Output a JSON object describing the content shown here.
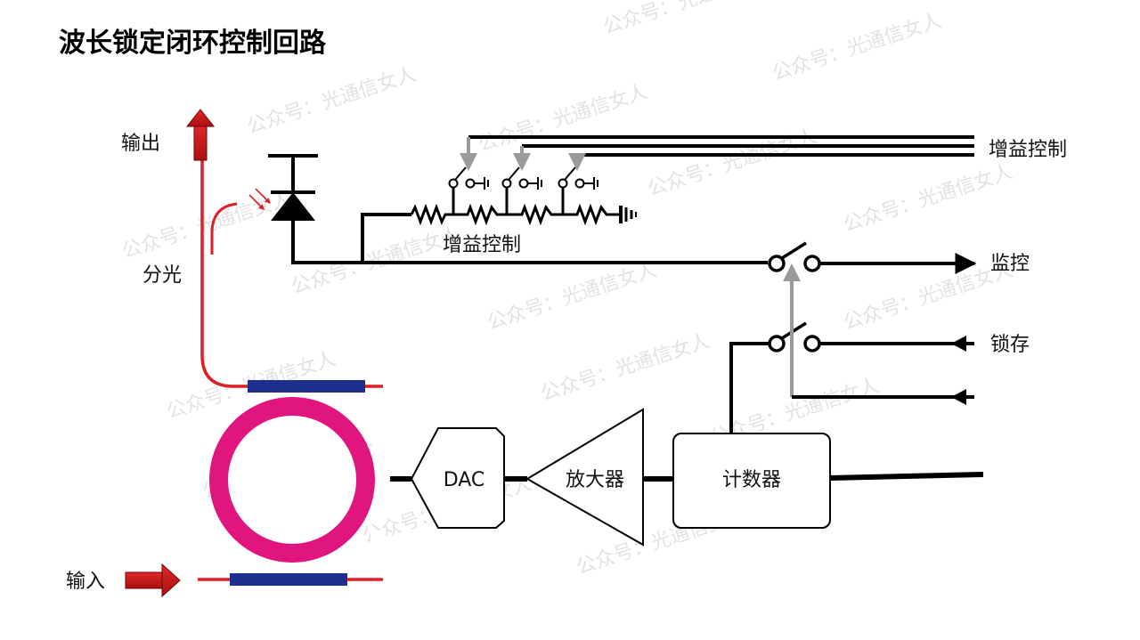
{
  "title": "波长锁定闭环控制回路",
  "labels": {
    "output": "输出",
    "split": "分光",
    "input": "输入",
    "gain_control_right": "增益控制",
    "gain_control_ladder": "增益控制",
    "monitor": "监控",
    "latch": "锁存",
    "dac": "DAC",
    "amplifier": "放大器",
    "counter": "计数器"
  },
  "watermark": "公众号：光通信女人",
  "colors": {
    "wire": "#000000",
    "fiber": "#dd1f26",
    "coupler": "#1f2f8f",
    "ring": "#e0157e",
    "control_arrow": "#9a9a9a",
    "arrow_fill": "#c81919"
  }
}
